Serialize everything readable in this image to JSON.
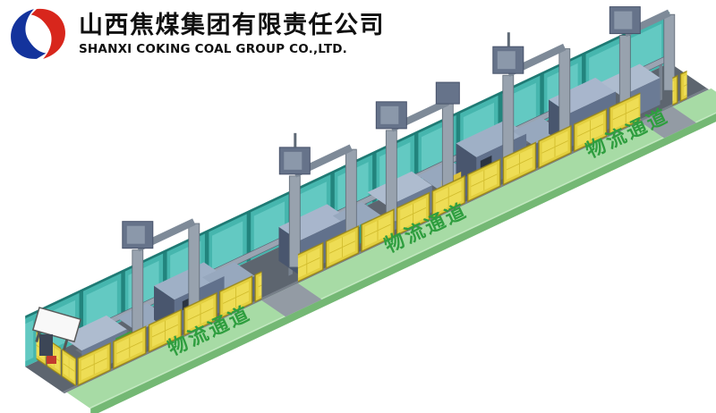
{
  "header": {
    "company_zh": "山西焦煤集团有限责任公司",
    "company_en": "SHANXI COKING COAL GROUP CO.,LTD."
  },
  "scene": {
    "walkway_labels": [
      "物流通道",
      "物流通道",
      "物流通道"
    ]
  },
  "colors": {
    "logo_red": "#d8261c",
    "logo_blue": "#13339c",
    "walkway_green": "#a7dba5",
    "label_green": "#2f9e3f",
    "fence_yellow": "#e9d84e",
    "fence_cyan": "#46b6ae",
    "platform_gray": "#5d656f",
    "machine_blue": "#61718c"
  }
}
